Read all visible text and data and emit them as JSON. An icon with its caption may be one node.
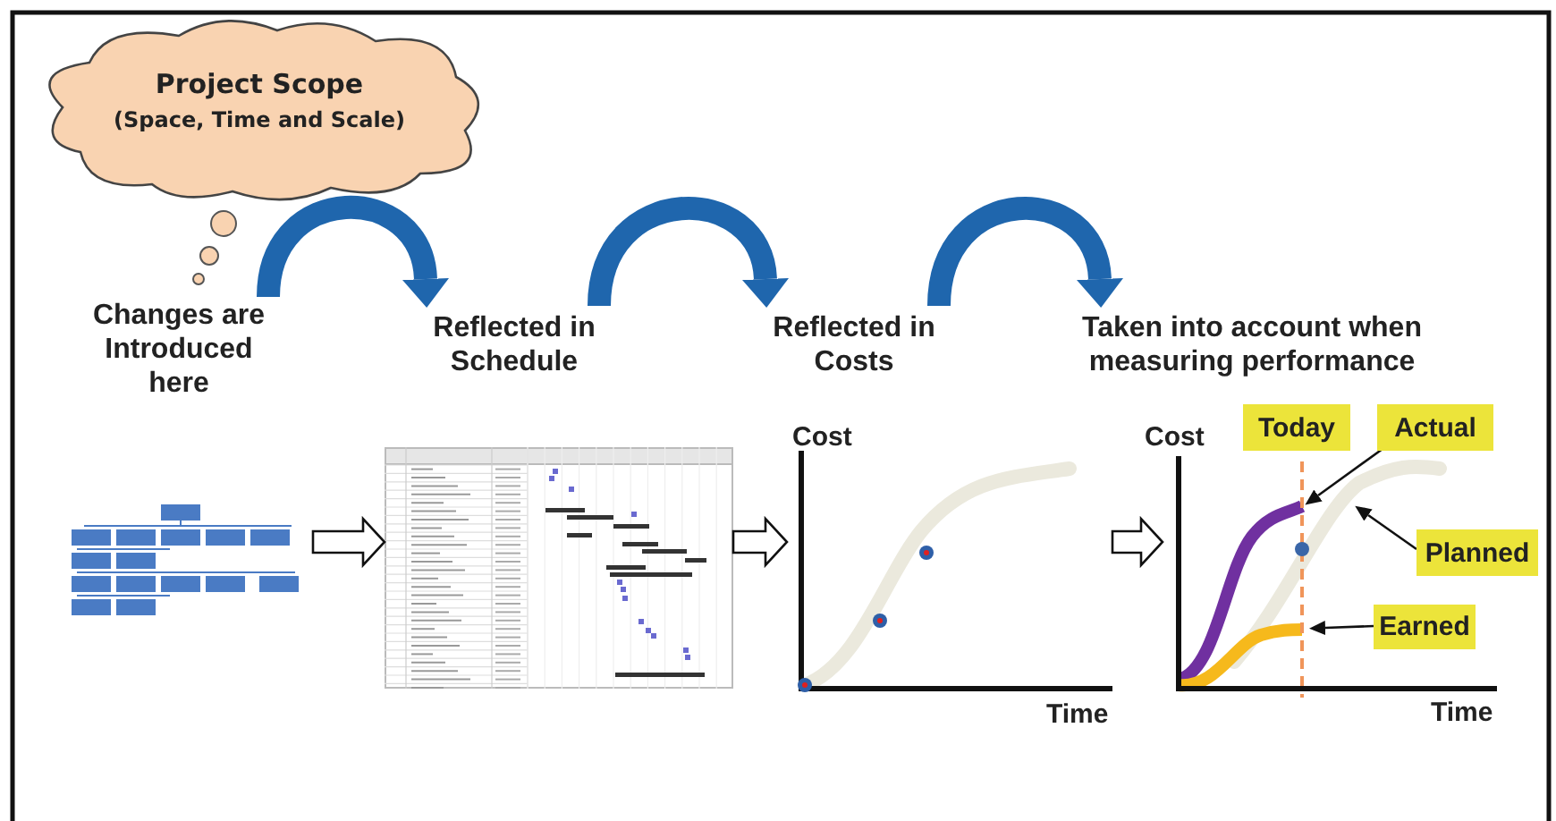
{
  "diagram": {
    "nodes": [
      {
        "text": [
          "Project Scope",
          "(Space, Time and Scale)"
        ]
      },
      {
        "text": [
          "Changes are Introduced here"
        ]
      },
      {
        "text": [
          "Reflected in Schedule"
        ]
      },
      {
        "text": [
          "Reflected in Costs"
        ]
      },
      {
        "text": [
          "Taken into account when measuring performance"
        ]
      },
      {
        "text": [],
        "shape": "picture"
      },
      {
        "text": [],
        "shape": "picture"
      },
      {
        "text": [],
        "shape": "picture",
        "beside": [
          "Cost",
          "Time"
        ]
      },
      {
        "text": [],
        "shape": "picture",
        "beside": [
          "Cost",
          "Time"
        ]
      },
      {
        "text": [
          "Today"
        ]
      },
      {
        "text": [
          "Actual"
        ]
      },
      {
        "text": [
          "Planned"
        ]
      },
      {
        "text": [
          "Earned"
        ],
        "in": 8
      }
    ],
    "edges": [
      {
        "from": 1,
        "to": 2,
        "arrow": "to",
        "style": "thick",
        "color": "#1f66ad"
      },
      {
        "from": 2,
        "to": 3,
        "arrow": "to",
        "style": "thick",
        "color": "#1f66ad"
      },
      {
        "from": 3,
        "to": 4,
        "arrow": "to",
        "style": "thick",
        "color": "#1f66ad"
      },
      {
        "from": 5,
        "to": 6,
        "arrow": "to"
      },
      {
        "from": 6,
        "to": 7,
        "arrow": "to"
      },
      {
        "from": 7,
        "to": 8,
        "arrow": "to"
      },
      {
        "from": 10,
        "to": 8,
        "arrow": "to",
        "color": "#111111"
      },
      {
        "from": 11,
        "to": 8,
        "arrow": "to",
        "color": "#111111"
      },
      {
        "from": 12,
        "to": 8,
        "arrow": "to",
        "color": "#111111"
      }
    ]
  }
}
